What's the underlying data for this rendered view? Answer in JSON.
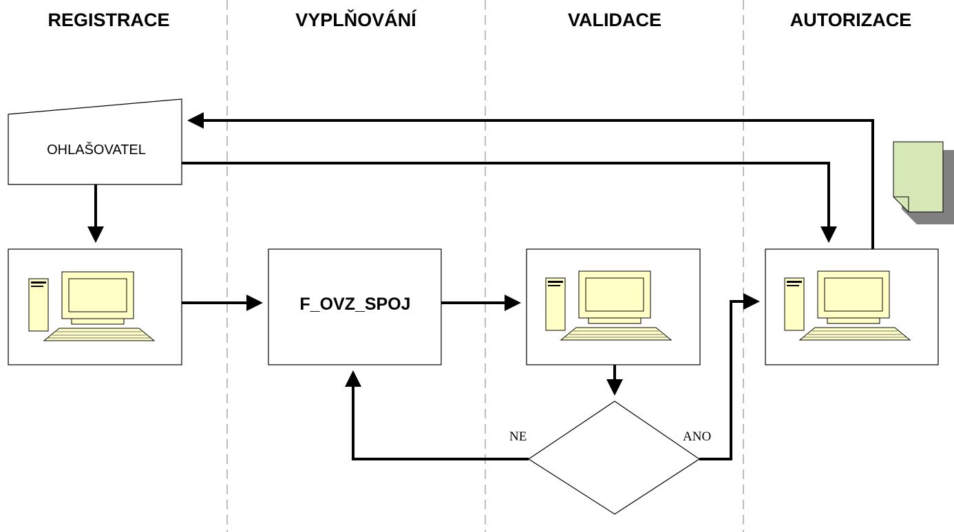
{
  "lanes": [
    {
      "id": "registrace",
      "title": "REGISTRACE"
    },
    {
      "id": "vyplnovani",
      "title": "VYPLŇOVÁNÍ"
    },
    {
      "id": "validace",
      "title": "VALIDACE"
    },
    {
      "id": "autorizace",
      "title": "AUTORIZACE"
    }
  ],
  "nodes": {
    "reporter": {
      "label": "OHLAŠOVATEL",
      "shape": "manual-input"
    },
    "registration_computer": {
      "icon": "computer-icon"
    },
    "form": {
      "label": "F_OVZ_SPOJ"
    },
    "validation_computer": {
      "icon": "computer-icon"
    },
    "decision": {
      "shape": "diamond"
    },
    "authorization_computer": {
      "icon": "computer-icon"
    },
    "document": {
      "icon": "document-icon"
    }
  },
  "branches": {
    "no": "NE",
    "yes": "ANO"
  },
  "colors": {
    "monitor_fill": "#ffffc6",
    "document_fill": "#d6e8b5",
    "document_shadow": "#808080",
    "lane_separator": "#7a7a7a"
  }
}
